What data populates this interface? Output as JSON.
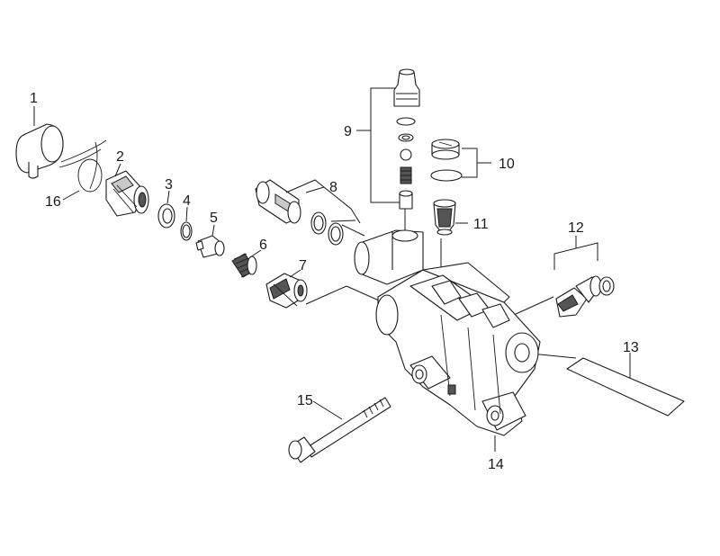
{
  "diagram": {
    "callouts": [
      {
        "id": "1",
        "label": "1"
      },
      {
        "id": "2",
        "label": "2"
      },
      {
        "id": "3",
        "label": "3"
      },
      {
        "id": "4",
        "label": "4"
      },
      {
        "id": "5",
        "label": "5"
      },
      {
        "id": "6",
        "label": "6"
      },
      {
        "id": "7",
        "label": "7"
      },
      {
        "id": "8",
        "label": "8"
      },
      {
        "id": "9",
        "label": "9"
      },
      {
        "id": "10",
        "label": "10"
      },
      {
        "id": "11",
        "label": "11"
      },
      {
        "id": "12",
        "label": "12"
      },
      {
        "id": "13",
        "label": "13"
      },
      {
        "id": "14",
        "label": "14"
      },
      {
        "id": "15",
        "label": "15"
      },
      {
        "id": "16",
        "label": "16"
      }
    ],
    "ink_color": "#1a1a1a",
    "fill_light": "#c9c9c9",
    "fill_dark": "#555555"
  }
}
